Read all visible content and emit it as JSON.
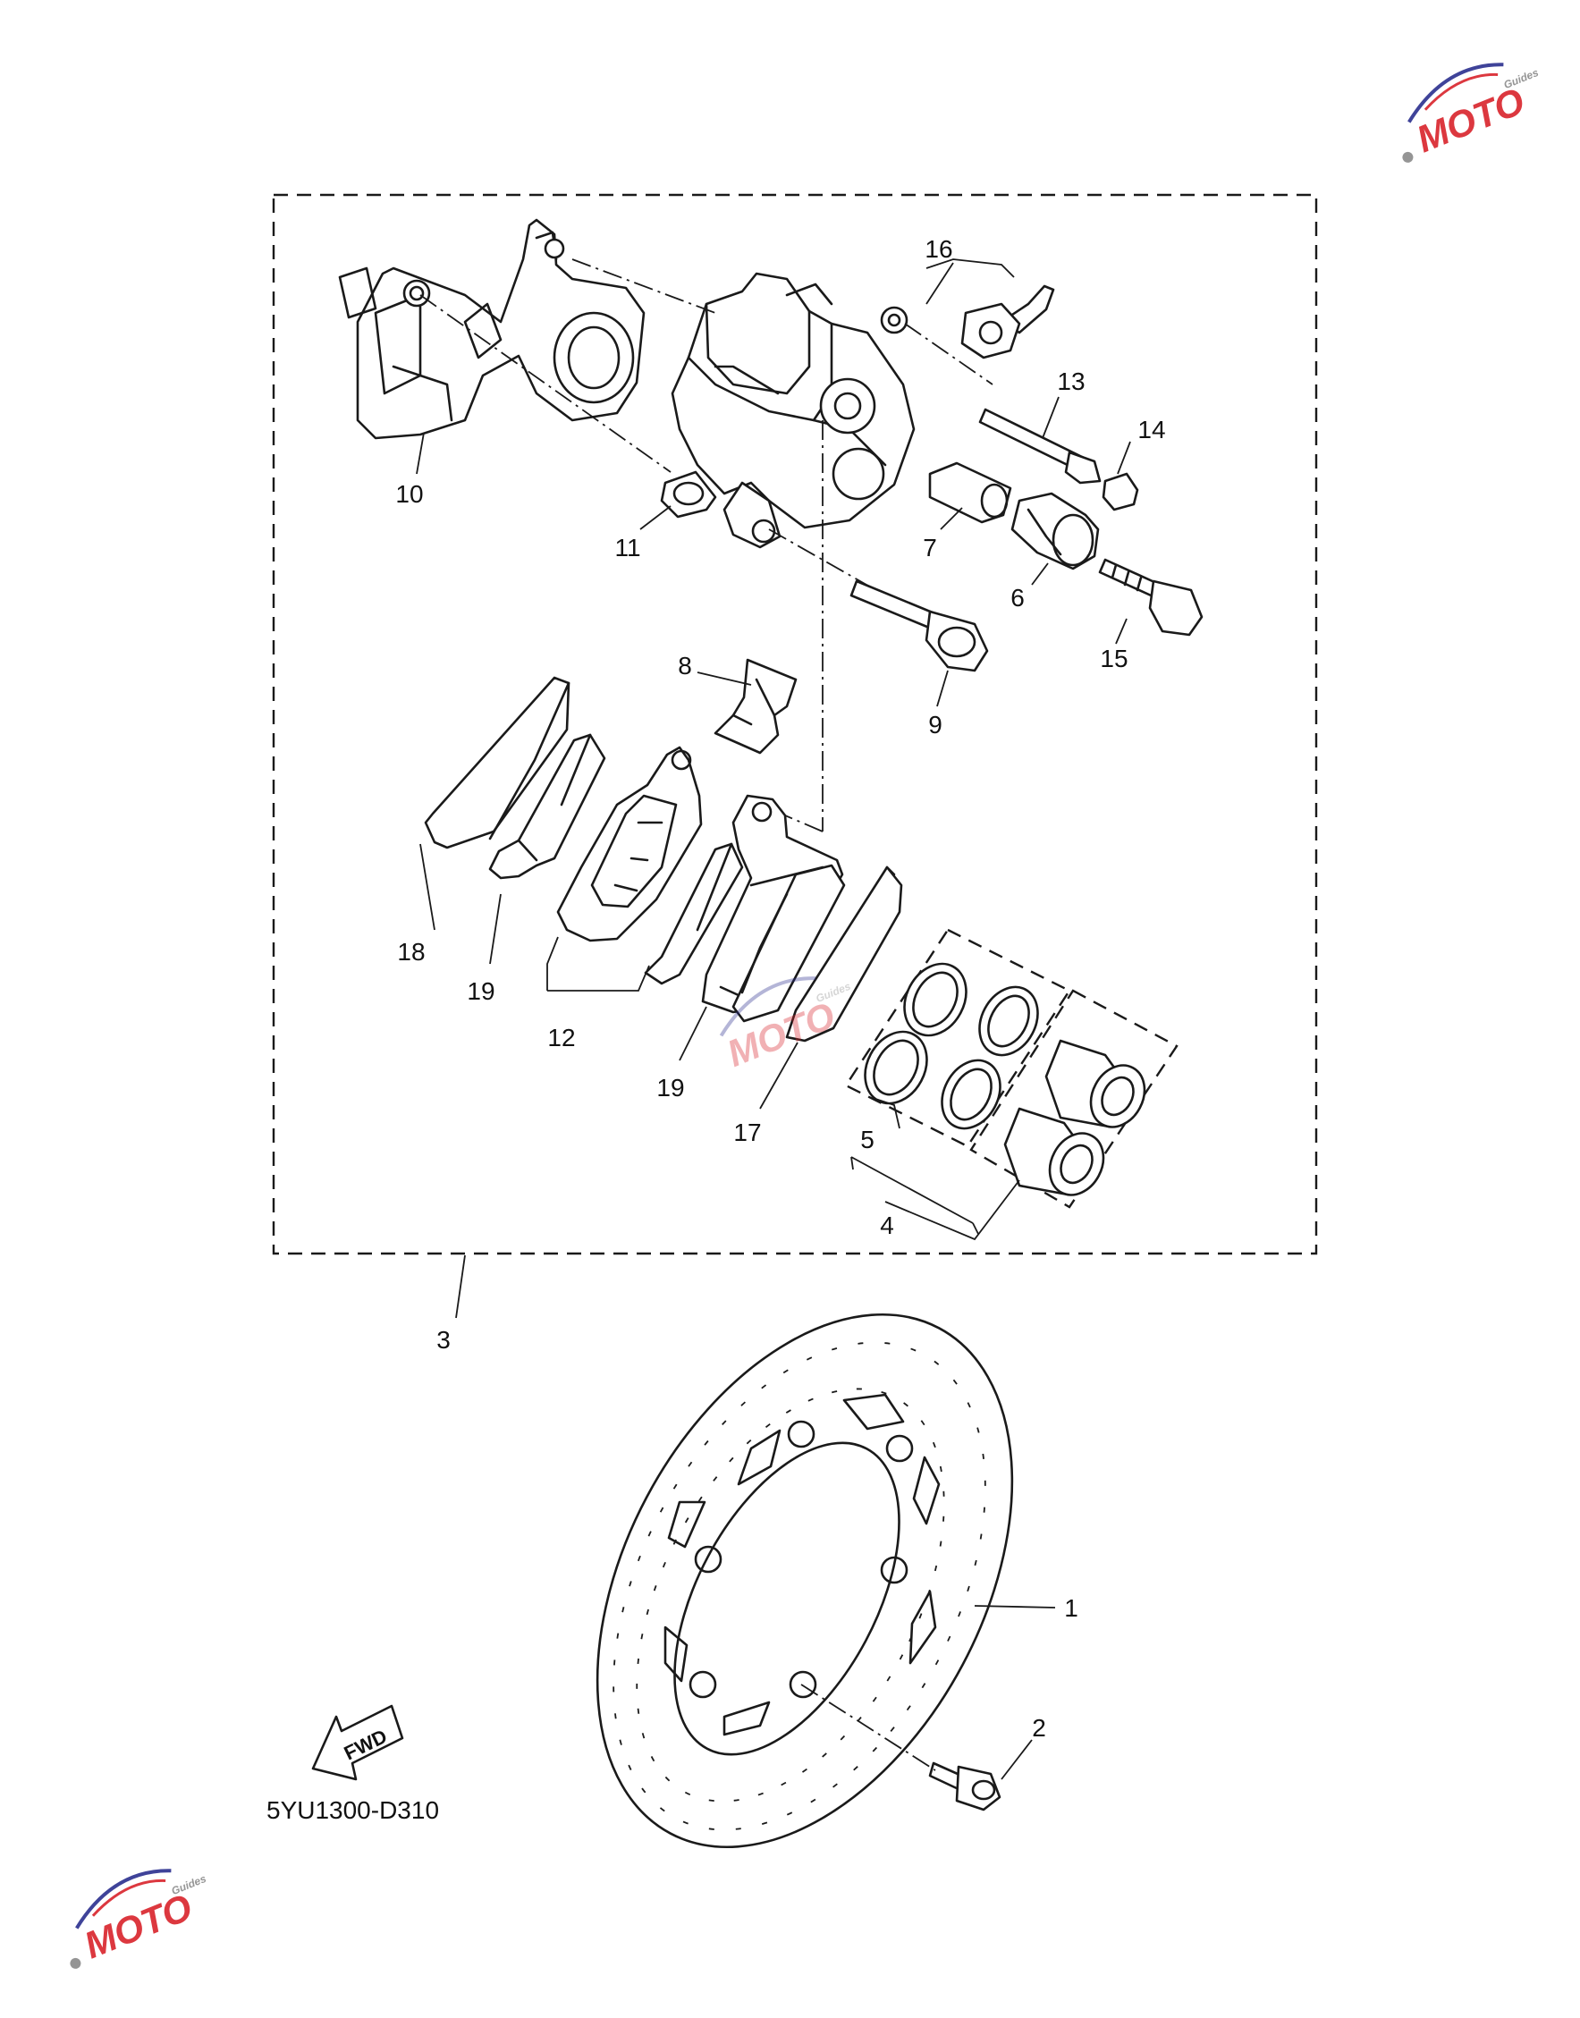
{
  "diagram": {
    "callouts": {
      "c1": "1",
      "c2": "2",
      "c3": "3",
      "c4": "4",
      "c5": "5",
      "c6": "6",
      "c7": "7",
      "c8": "8",
      "c9": "9",
      "c10": "10",
      "c11": "11",
      "c12": "12",
      "c13": "13",
      "c14": "14",
      "c15": "15",
      "c16": "16",
      "c17": "17",
      "c18": "18",
      "c19a": "19",
      "c19b": "19"
    },
    "fwd_label": "FWD",
    "diagram_code": "5YU1300-D310"
  },
  "watermark": {
    "text": "MOTO",
    "subtext": "Guides",
    "colors": {
      "red": "#d9232b",
      "blue": "#2b2f8f",
      "gray": "#8a8a8a"
    }
  }
}
